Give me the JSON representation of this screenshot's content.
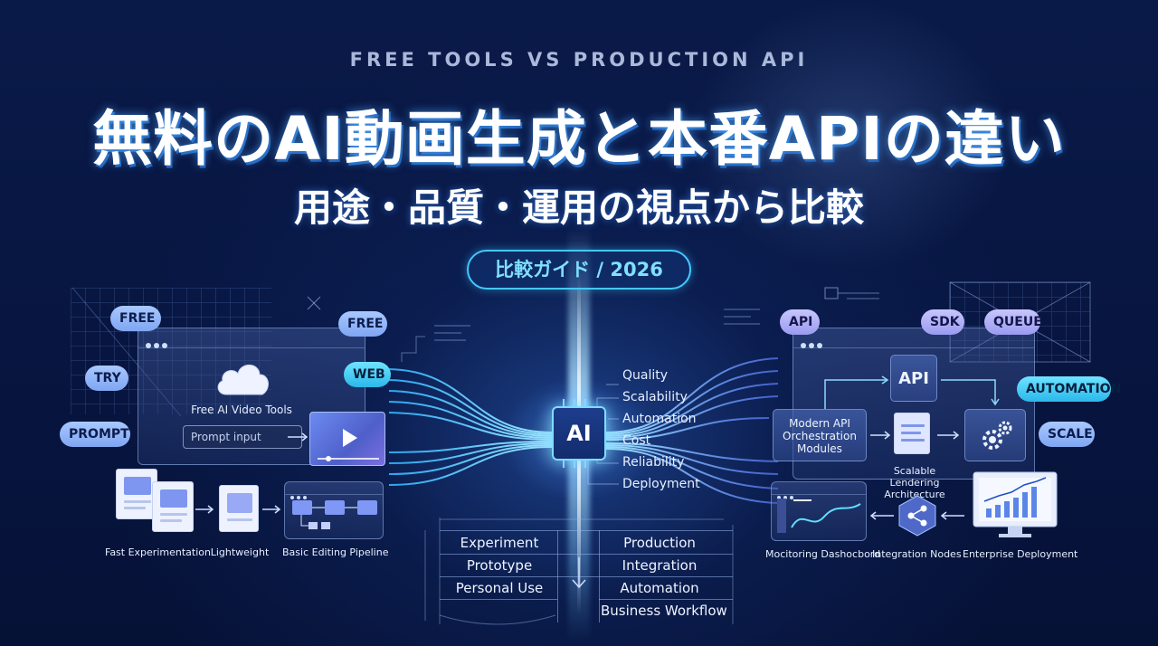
{
  "header": {
    "subtitle_en": "FREE TOOLS VS PRODUCTION API",
    "title": "無料のAI動画生成と本番APIの違い",
    "subtitle_ja": "用途・品質・運用の視点から比較",
    "guide": "比較ガイド / 2026"
  },
  "left": {
    "tags": {
      "free1": "FREE",
      "free2": "FREE",
      "try": "TRY",
      "web": "WEB",
      "prompt": "PROMPT"
    },
    "window_label": "Free AI Video Tools",
    "prompt_placeholder": "Prompt input",
    "bottom_labels": [
      "Fast Experimentation",
      "Lightweight",
      "Basic Editing Pipeline"
    ]
  },
  "center": {
    "chip": "AI",
    "criteria": [
      "Quality",
      "Scalability",
      "Automation",
      "Cost",
      "Reliability",
      "Deployment"
    ]
  },
  "right": {
    "tags": {
      "api": "API",
      "sdk": "SDK",
      "queue": "QUEUE",
      "automation": "AUTOMATION",
      "scale": "SCALE"
    },
    "api_box": "API",
    "orchestration": "Modern API Orchestration Modules",
    "scalable_label": "Scalable Lendering Architecture",
    "bottom_labels": [
      "Mocitoring Dashocbord",
      "Integration Nodes",
      "Enterprise Deployment"
    ]
  },
  "comparison": {
    "left_items": [
      "Experiment",
      "Prototype",
      "Personal Use"
    ],
    "right_items": [
      "Production",
      "Integration",
      "Automation",
      "Business Workflow"
    ]
  },
  "colors": {
    "accent_cyan": "#43c8ff",
    "background": "#071540",
    "tag_blue": "#8fb2f7"
  }
}
